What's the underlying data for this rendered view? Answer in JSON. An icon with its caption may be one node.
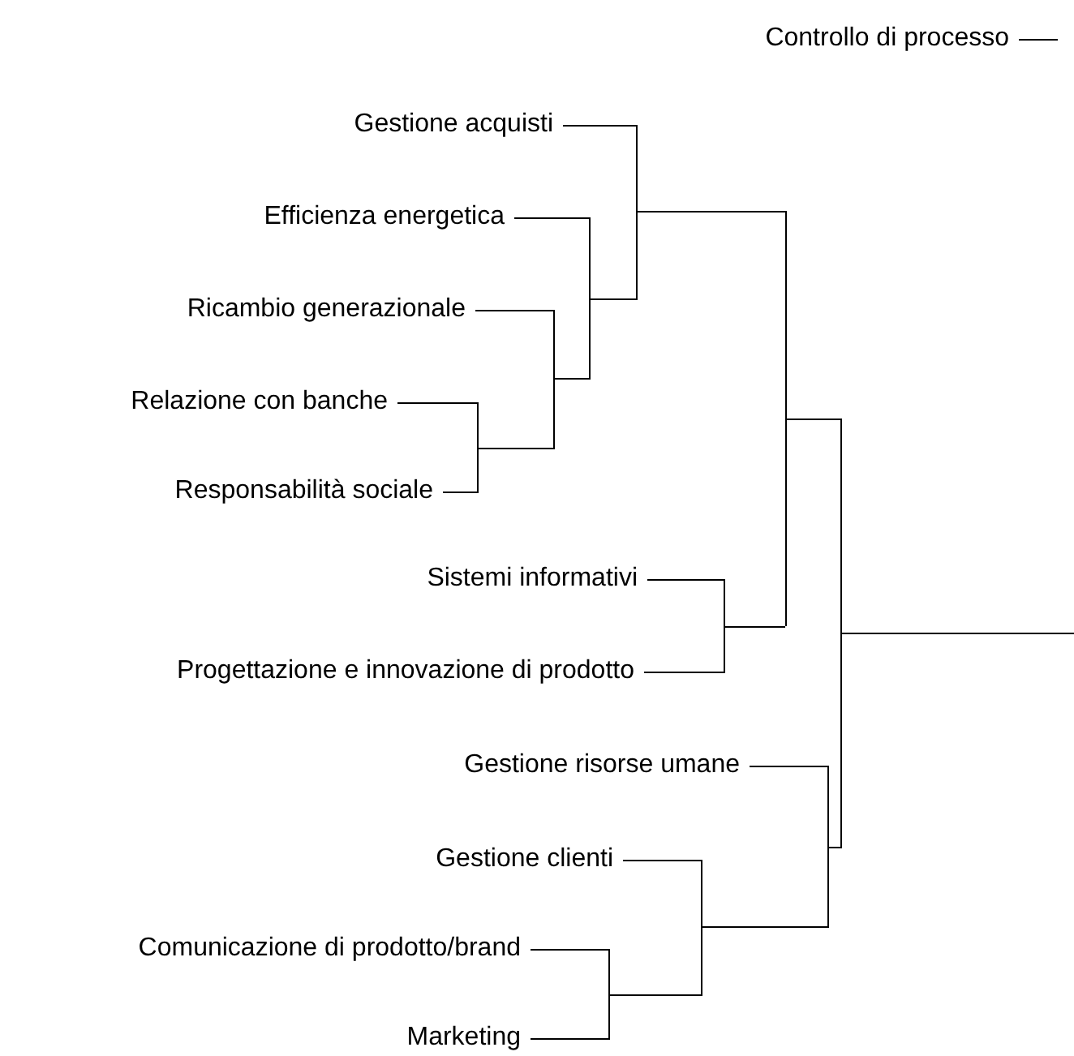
{
  "diagram": {
    "nodes": [
      {
        "text": [
          "Controllo di processo"
        ]
      },
      {
        "text": [
          "Gestione acquisti"
        ]
      },
      {
        "text": [
          "Efficienza energetica"
        ]
      },
      {
        "text": [
          "Ricambio generazionale"
        ]
      },
      {
        "text": [
          "Relazione con banche"
        ]
      },
      {
        "text": [
          "Responsabilità sociale"
        ]
      },
      {
        "text": [
          "Sistemi informativi"
        ]
      },
      {
        "text": [
          "Progettazione e innovazione di prodotto"
        ]
      },
      {
        "text": [
          "Gestione risorse umane"
        ]
      },
      {
        "text": [
          "Gestione clienti"
        ]
      },
      {
        "text": [
          "Comunicazione di prodotto/brand"
        ]
      },
      {
        "text": [
          "Marketing"
        ]
      },
      {
        "text": [],
        "shape": "bar"
      },
      {
        "text": [],
        "shape": "bar"
      },
      {
        "text": [],
        "shape": "bar"
      },
      {
        "text": [],
        "shape": "bar"
      },
      {
        "text": [],
        "shape": "bar"
      },
      {
        "text": [],
        "shape": "bar"
      },
      {
        "text": [],
        "shape": "bar"
      },
      {
        "text": [],
        "shape": "bar"
      },
      {
        "text": [],
        "shape": "bar"
      },
      {
        "text": [],
        "shape": "bar"
      }
    ],
    "edges": [
      {
        "from": 0,
        "to": null,
        "arrow": "none"
      },
      {
        "from": 1,
        "to": 12,
        "arrow": "none"
      },
      {
        "from": 14,
        "to": 12,
        "arrow": "none"
      },
      {
        "from": 2,
        "to": 14,
        "arrow": "none"
      },
      {
        "from": 15,
        "to": 14,
        "arrow": "none"
      },
      {
        "from": 3,
        "to": 15,
        "arrow": "none"
      },
      {
        "from": 16,
        "to": 15,
        "arrow": "none"
      },
      {
        "from": 4,
        "to": 16,
        "arrow": "none"
      },
      {
        "from": 5,
        "to": 16,
        "arrow": "none"
      },
      {
        "from": 12,
        "to": 13,
        "arrow": "none"
      },
      {
        "from": 18,
        "to": 13,
        "arrow": "none"
      },
      {
        "from": 6,
        "to": 18,
        "arrow": "none"
      },
      {
        "from": 7,
        "to": 18,
        "arrow": "none"
      },
      {
        "from": 13,
        "to": 17,
        "arrow": "none"
      },
      {
        "from": 19,
        "to": 17,
        "arrow": "none"
      },
      {
        "from": 8,
        "to": 19,
        "arrow": "none"
      },
      {
        "from": 20,
        "to": 19,
        "arrow": "none"
      },
      {
        "from": 9,
        "to": 20,
        "arrow": "none"
      },
      {
        "from": 21,
        "to": 20,
        "arrow": "none"
      },
      {
        "from": 10,
        "to": 21,
        "arrow": "none"
      },
      {
        "from": 11,
        "to": 21,
        "arrow": "none"
      },
      {
        "from": 17,
        "to": null,
        "arrow": "none"
      }
    ]
  }
}
